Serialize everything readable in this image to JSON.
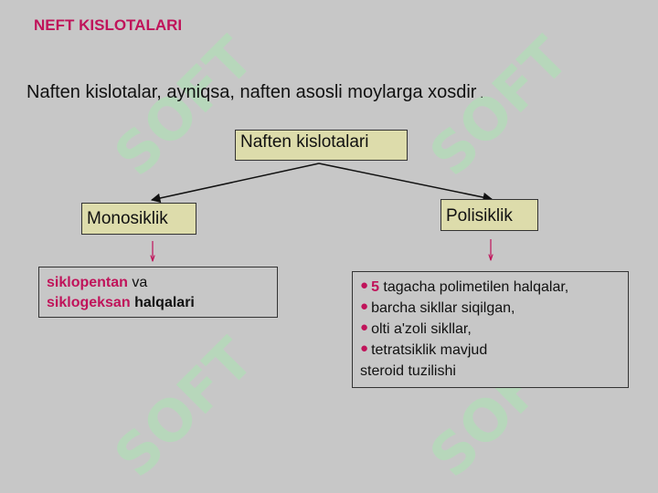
{
  "watermark": "SOFT",
  "title": "NEFT KISLOTALARI",
  "intro": "Naften kislotalar, ayniqsa, naften asosli moylarga xosdir",
  "intro_end": ".",
  "tree": {
    "root": "Naften kislotalari",
    "left": "Monosiklik",
    "right": "Polisiklik"
  },
  "monosiklik": {
    "item1": "siklopentan",
    "conj": "va",
    "item2": "siklogeksan",
    "suffix": "halqalari"
  },
  "polisiklik": {
    "bullet1_num": "5",
    "bullet1_text": "tagacha polimetilen halqalar,",
    "bullet2": "barcha sikllar siqilgan,",
    "bullet3": "olti a'zoli sikllar,",
    "bullet4": "tetratsiklik mavjud",
    "continuation": "steroid tuzilishi"
  },
  "colors": {
    "accent": "#c0135a",
    "box_fill": "#dddcab",
    "background": "#c7c7c7",
    "watermark": "#b2ddb8"
  }
}
